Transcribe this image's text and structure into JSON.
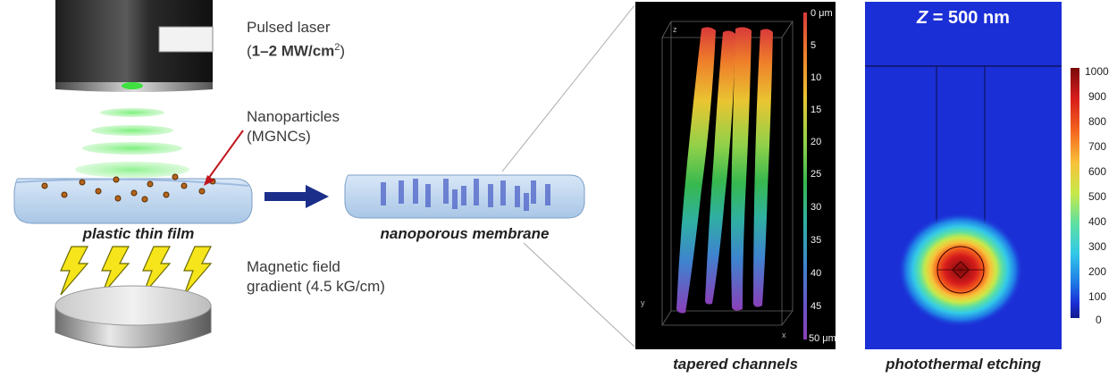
{
  "left_panel": {
    "laser_label": "Pulsed laser",
    "laser_power_open": "(",
    "laser_power_bold": "1–2 MW/cm",
    "laser_power_sup": "2",
    "laser_power_close": ")",
    "nanoparticles_label": "Nanoparticles",
    "nanoparticles_abbr": "(MGNCs)",
    "film_caption": "plastic thin film",
    "magnet_label_line1": "Magnetic field",
    "magnet_label_line2": "gradient (4.5 kG/cm)"
  },
  "middle_panel": {
    "membrane_caption": "nanoporous membrane"
  },
  "channels_panel": {
    "caption": "tapered channels",
    "axis_z": "z",
    "axis_y": "y",
    "axis_x": "x",
    "depth_scale_ticks": [
      "0 μm",
      "5",
      "10",
      "15",
      "20",
      "25",
      "30",
      "35",
      "40",
      "45",
      "50 μm"
    ],
    "depth_colors": [
      "#d93a3a",
      "#ef7f2a",
      "#e9c531",
      "#8fd14a",
      "#37b84f",
      "#2fb0a2",
      "#3e83cf",
      "#6a53c9",
      "#8a3fb8"
    ]
  },
  "thermal_panel": {
    "caption": "photothermal etching",
    "z_label_var": "Z",
    "z_label_rest": " = 500 nm",
    "colorbar_ticks": [
      "1000",
      "900",
      "800",
      "700",
      "600",
      "500",
      "400",
      "300",
      "200",
      "100",
      "0"
    ],
    "colormap": [
      "#7a0a0a",
      "#d71c1c",
      "#f4641e",
      "#f8c23a",
      "#c8e94a",
      "#5fe0a0",
      "#33c9e8",
      "#1f78e6",
      "#1b2fd6",
      "#131b8c"
    ]
  }
}
